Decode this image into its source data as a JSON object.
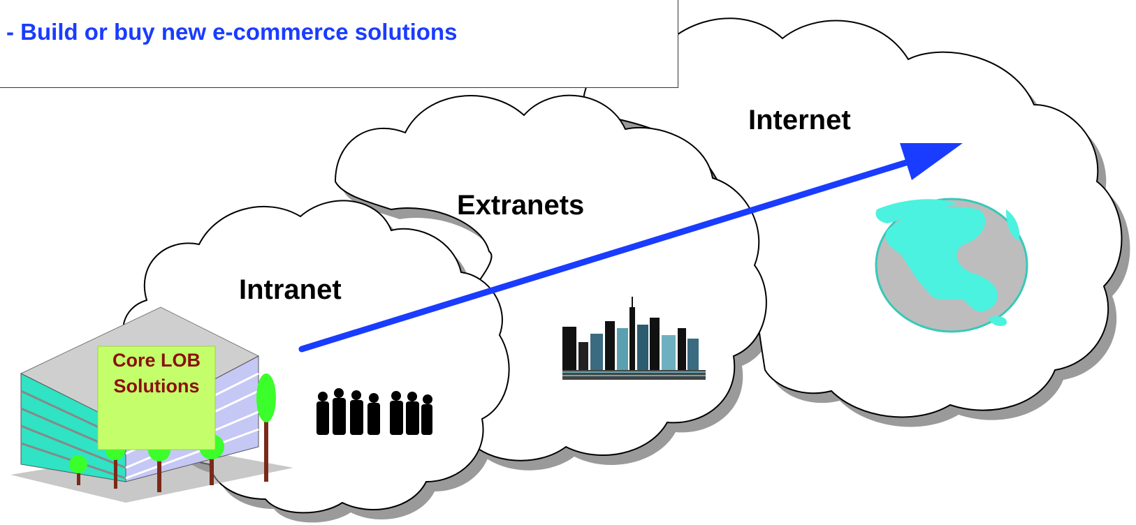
{
  "header": {
    "text": "- Build or buy new e-commerce solutions"
  },
  "clouds": {
    "intranet": "Intranet",
    "extranets": "Extranets",
    "internet": "Internet"
  },
  "building": {
    "sign_line1": "Core LOB",
    "sign_line2": "Solutions"
  },
  "colors": {
    "header_text": "#1a3cff",
    "arrow": "#1a3cff",
    "sign_bg": "#c4ff6b",
    "sign_text": "#8a0f0f",
    "building_teal": "#2fe3c4",
    "globe_land": "#4bf2df",
    "globe_sea": "#bdbdbd"
  },
  "icons": {
    "people": "people-silhouette-icon",
    "city": "city-skyline-icon",
    "globe": "globe-icon",
    "building": "office-building-icon"
  }
}
